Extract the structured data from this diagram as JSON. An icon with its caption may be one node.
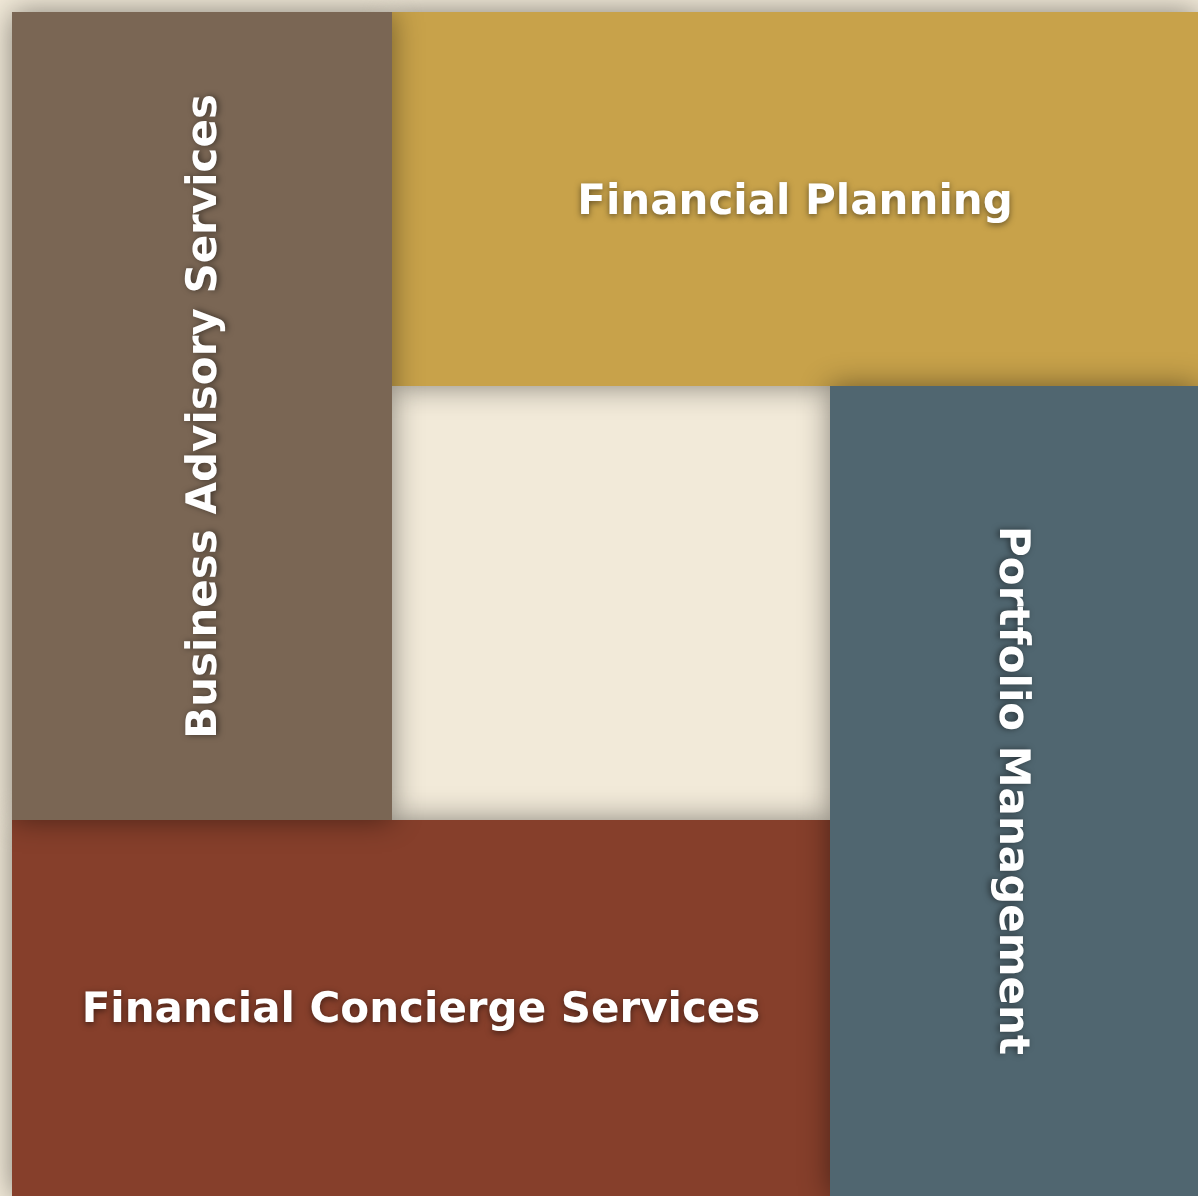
{
  "diagram": {
    "nodes": [
      {
        "text": [
          "Business Advisory Services"
        ]
      },
      {
        "text": [
          "Financial Planning"
        ]
      },
      {
        "text": [
          "Portfolio Management"
        ]
      },
      {
        "text": [
          "Financial Concierge Services"
        ]
      }
    ],
    "edges": []
  }
}
